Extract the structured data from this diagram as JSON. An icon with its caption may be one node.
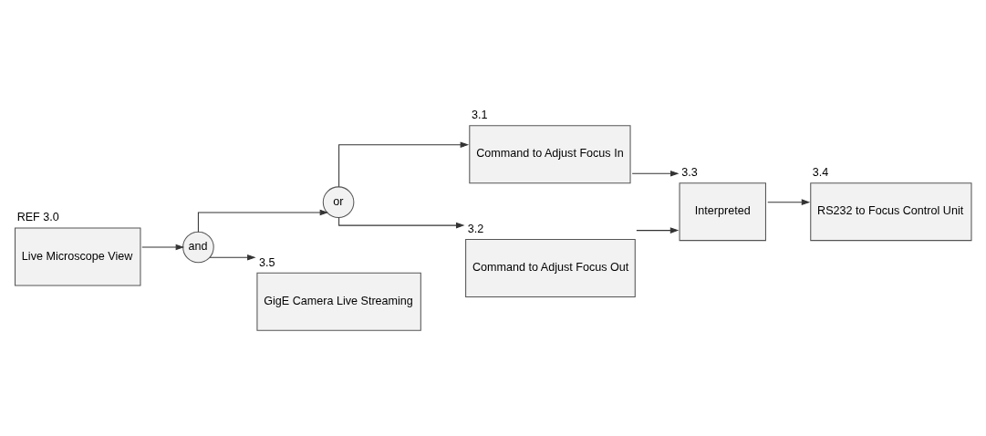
{
  "diagram": {
    "nodes": [
      {
        "text": [
          "Live Microscope View"
        ],
        "beside": [
          "REF 3.0"
        ]
      },
      {
        "text": [
          "and"
        ]
      },
      {
        "text": [
          "or"
        ]
      },
      {
        "text": [
          "Command to Adjust Focus In"
        ],
        "beside": [
          "3.1"
        ]
      },
      {
        "text": [
          "Command to Adjust Focus Out"
        ],
        "beside": [
          "3.2"
        ]
      },
      {
        "text": [
          "Interpreted"
        ],
        "beside": [
          "3.3"
        ]
      },
      {
        "text": [
          "RS232 to Focus Control Unit"
        ],
        "beside": [
          "3.4"
        ]
      },
      {
        "text": [
          "GigE Camera Live Streaming"
        ],
        "beside": [
          "3.5"
        ]
      }
    ],
    "edges": [
      {
        "from": 0,
        "to": 1,
        "arrow": "to"
      },
      {
        "from": 1,
        "to": 2,
        "arrow": "to"
      },
      {
        "from": 1,
        "to": 7,
        "arrow": "to"
      },
      {
        "from": 2,
        "to": 3,
        "arrow": "to"
      },
      {
        "from": 2,
        "to": 4,
        "arrow": "to"
      },
      {
        "from": 3,
        "to": 5,
        "arrow": "to"
      },
      {
        "from": 4,
        "to": 5,
        "arrow": "to"
      },
      {
        "from": 5,
        "to": 6,
        "arrow": "to"
      }
    ]
  }
}
